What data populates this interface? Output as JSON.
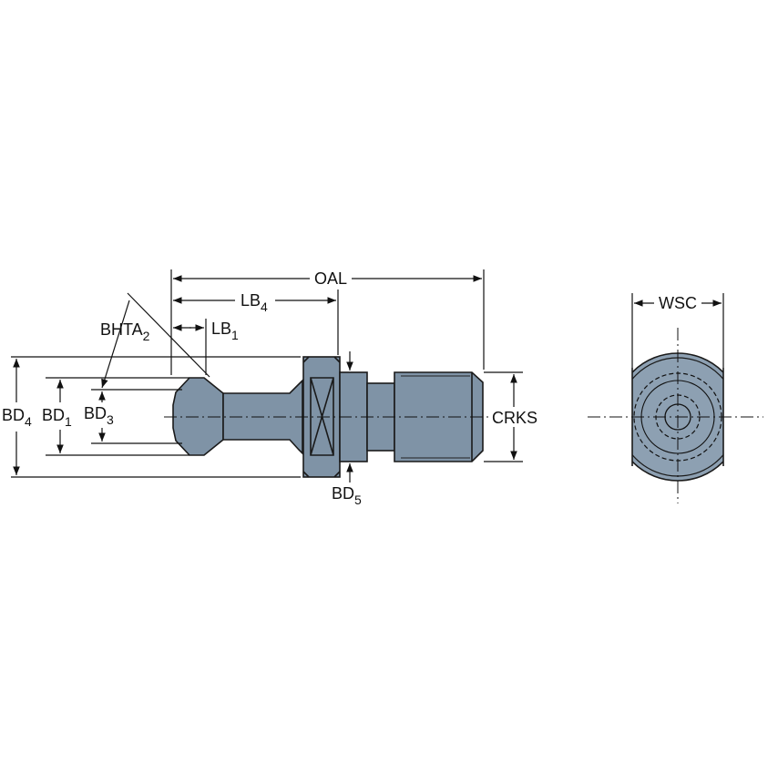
{
  "labels": {
    "oal": "OAL",
    "lb4": {
      "main": "LB",
      "sub": "4"
    },
    "lb1": {
      "main": "LB",
      "sub": "1"
    },
    "bhta2": {
      "main": "BHTA",
      "sub": "2"
    },
    "bd4": {
      "main": "BD",
      "sub": "4"
    },
    "bd1": {
      "main": "BD",
      "sub": "1"
    },
    "bd3": {
      "main": "BD",
      "sub": "3"
    },
    "bd5": {
      "main": "BD",
      "sub": "5"
    },
    "crks": "CRKS",
    "wsc": "WSC"
  },
  "colors": {
    "part_fill": "#7f93a6",
    "part_fill_dark": "#6f8396",
    "end_face": "#8da0b2",
    "line": "#111111"
  }
}
